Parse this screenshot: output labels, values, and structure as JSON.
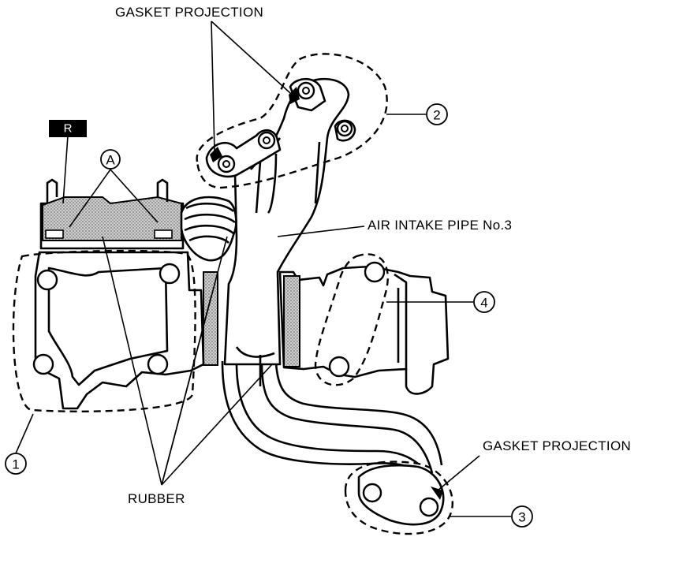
{
  "labels": {
    "gasket_projection_top": "GASKET  PROJECTION",
    "gasket_projection_right": "GASKET PROJECTION",
    "air_intake_pipe": "AIR INTAKE PIPE No.3",
    "rubber": "RUBBER",
    "tag_r": "R",
    "callout_a": "A",
    "num_1": "1",
    "num_2": "2",
    "num_3": "3",
    "num_4": "4"
  },
  "colors": {
    "ink": "#000000",
    "background": "#ffffff"
  }
}
